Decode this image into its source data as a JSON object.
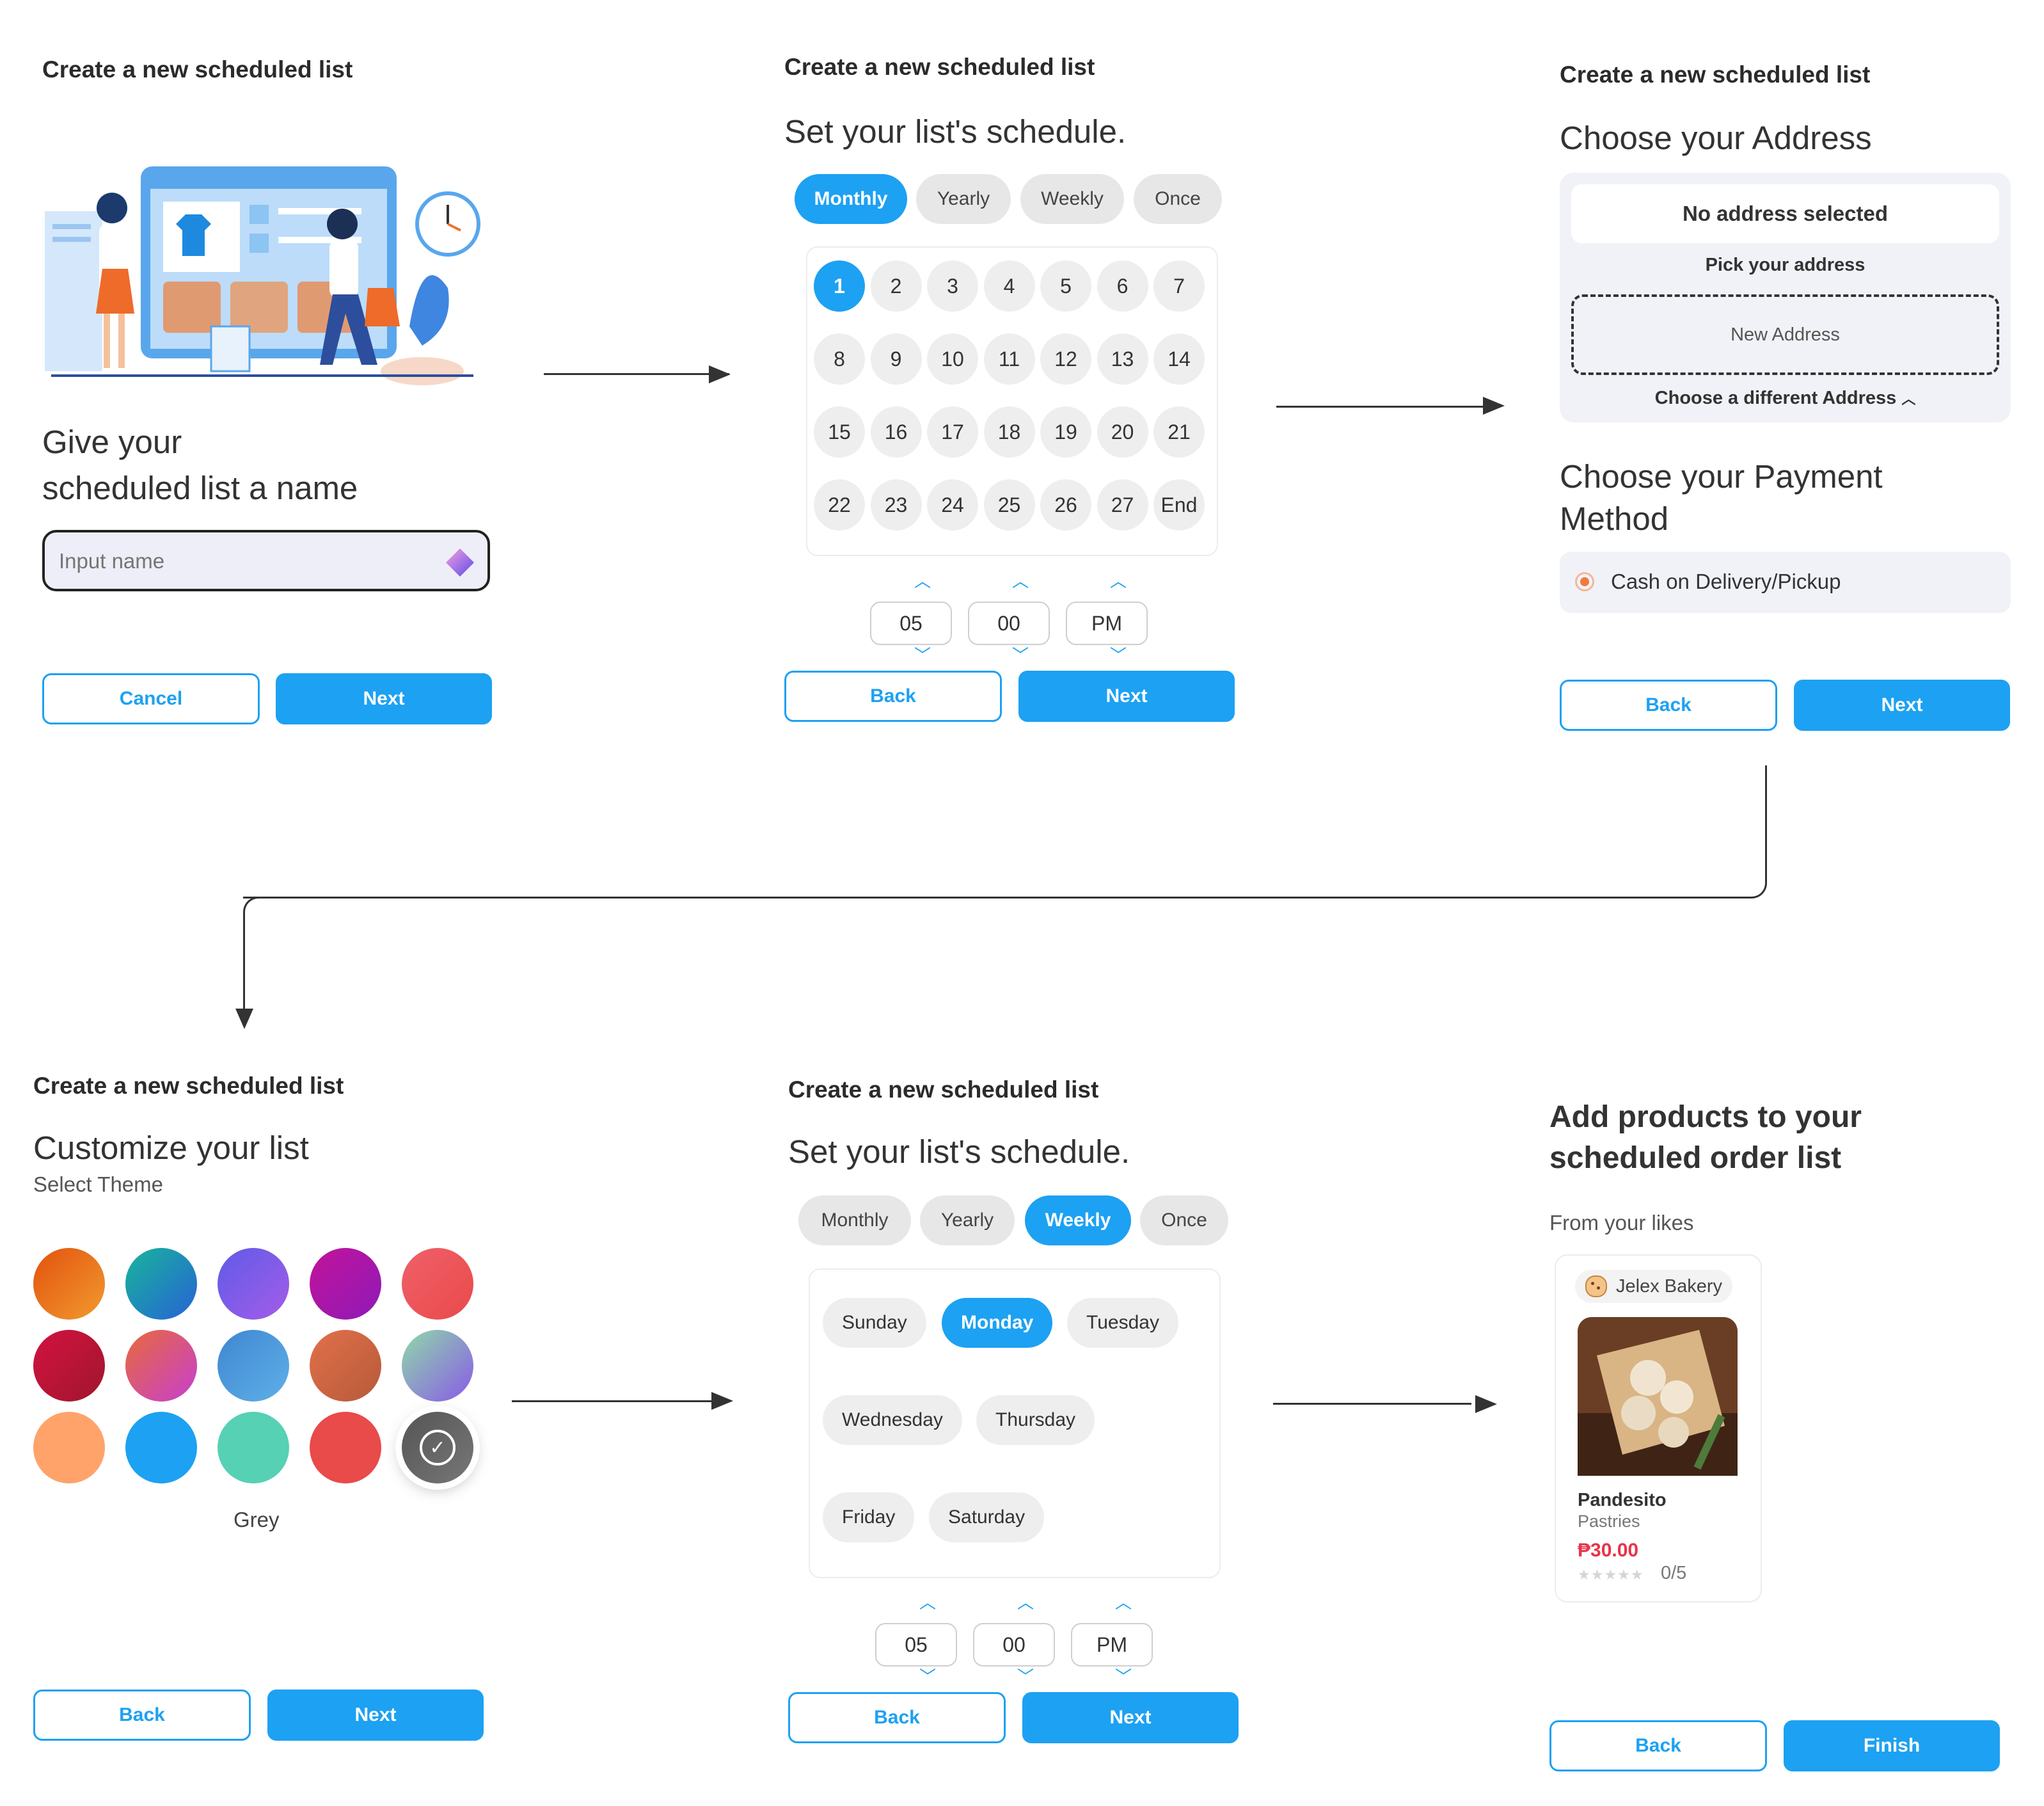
{
  "common": {
    "title": "Create a new scheduled list"
  },
  "step1": {
    "heading_line1": "Give your",
    "heading_line2": "scheduled list a name",
    "input_placeholder": "Input name",
    "cancel": "Cancel",
    "next": "Next"
  },
  "step2": {
    "heading": "Set your list's schedule.",
    "tabs": [
      "Monthly",
      "Yearly",
      "Weekly",
      "Once"
    ],
    "days": [
      "1",
      "2",
      "3",
      "4",
      "5",
      "6",
      "7",
      "8",
      "9",
      "10",
      "11",
      "12",
      "13",
      "14",
      "15",
      "16",
      "17",
      "18",
      "19",
      "20",
      "21",
      "22",
      "23",
      "24",
      "25",
      "26",
      "27",
      "End"
    ],
    "selected_day": "1",
    "hour": "05",
    "minute": "00",
    "ampm": "PM",
    "back": "Back",
    "next": "Next"
  },
  "step3": {
    "heading": "Choose your Address",
    "no_address": "No address selected",
    "pick": "Pick your address",
    "new_address": "New Address",
    "choose_different": "Choose a different Address",
    "payment_heading_line1": "Choose your Payment",
    "payment_heading_line2": "Method",
    "payment_option": "Cash on Delivery/Pickup",
    "back": "Back",
    "next": "Next"
  },
  "step4": {
    "heading": "Customize your list",
    "sub": "Select Theme",
    "selected_theme": "Grey",
    "swatch_colors": [
      [
        "#e2520f",
        "#f29a2e"
      ],
      [
        "#17b59a",
        "#2862d6"
      ],
      [
        "#5f5be8",
        "#a45ce8"
      ],
      [
        "#c2139a",
        "#8f1ab8"
      ],
      [
        "#f0606a",
        "#e94a4a"
      ],
      [
        "#d3123f",
        "#a0162e"
      ],
      [
        "#e86a3a",
        "#c73fd1"
      ],
      [
        "#3f86d1",
        "#5fb0e8"
      ],
      [
        "#e2704a",
        "#b65a3a"
      ],
      [
        "#8fd9a8",
        "#8a5ae8"
      ],
      [
        "#ffa36b",
        "#ffa36b"
      ],
      [
        "#1da1f2",
        "#1da1f2"
      ],
      [
        "#56d1b3",
        "#56d1b3"
      ],
      [
        "#e94a4a",
        "#e94a4a"
      ],
      [
        "#555555",
        "#777777"
      ]
    ],
    "back": "Back",
    "next": "Next"
  },
  "step5": {
    "heading": "Set your list's schedule.",
    "tabs": [
      "Monthly",
      "Yearly",
      "Weekly",
      "Once"
    ],
    "weekdays": [
      "Sunday",
      "Monday",
      "Tuesday",
      "Wednesday",
      "Thursday",
      "Friday",
      "Saturday"
    ],
    "selected_weekday": "Monday",
    "hour": "05",
    "minute": "00",
    "ampm": "PM",
    "back": "Back",
    "next": "Next"
  },
  "step6": {
    "heading_line1": "Add products to your",
    "heading_line2": "scheduled order list",
    "from_likes": "From your likes",
    "store": "Jelex Bakery",
    "product_name": "Pandesito",
    "product_category": "Pastries",
    "price": "₱30.00",
    "rating": "0/5",
    "back": "Back",
    "finish": "Finish"
  }
}
